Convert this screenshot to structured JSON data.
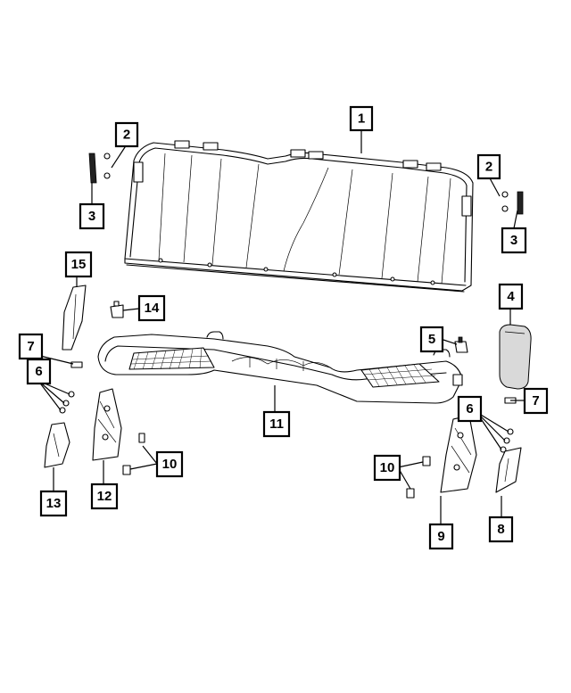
{
  "callouts": [
    {
      "id": "c1",
      "label": "1"
    },
    {
      "id": "c2a",
      "label": "2"
    },
    {
      "id": "c2b",
      "label": "2"
    },
    {
      "id": "c3a",
      "label": "3"
    },
    {
      "id": "c3b",
      "label": "3"
    },
    {
      "id": "c4",
      "label": "4"
    },
    {
      "id": "c5",
      "label": "5"
    },
    {
      "id": "c6a",
      "label": "6"
    },
    {
      "id": "c6b",
      "label": "6"
    },
    {
      "id": "c7a",
      "label": "7"
    },
    {
      "id": "c7b",
      "label": "7"
    },
    {
      "id": "c8",
      "label": "8"
    },
    {
      "id": "c9",
      "label": "9"
    },
    {
      "id": "c10a",
      "label": "10"
    },
    {
      "id": "c10b",
      "label": "10"
    },
    {
      "id": "c11",
      "label": "11"
    },
    {
      "id": "c12",
      "label": "12"
    },
    {
      "id": "c13",
      "label": "13"
    },
    {
      "id": "c14",
      "label": "14"
    },
    {
      "id": "c15",
      "label": "15"
    }
  ],
  "colors": {
    "line": "#000000",
    "background": "#ffffff"
  }
}
